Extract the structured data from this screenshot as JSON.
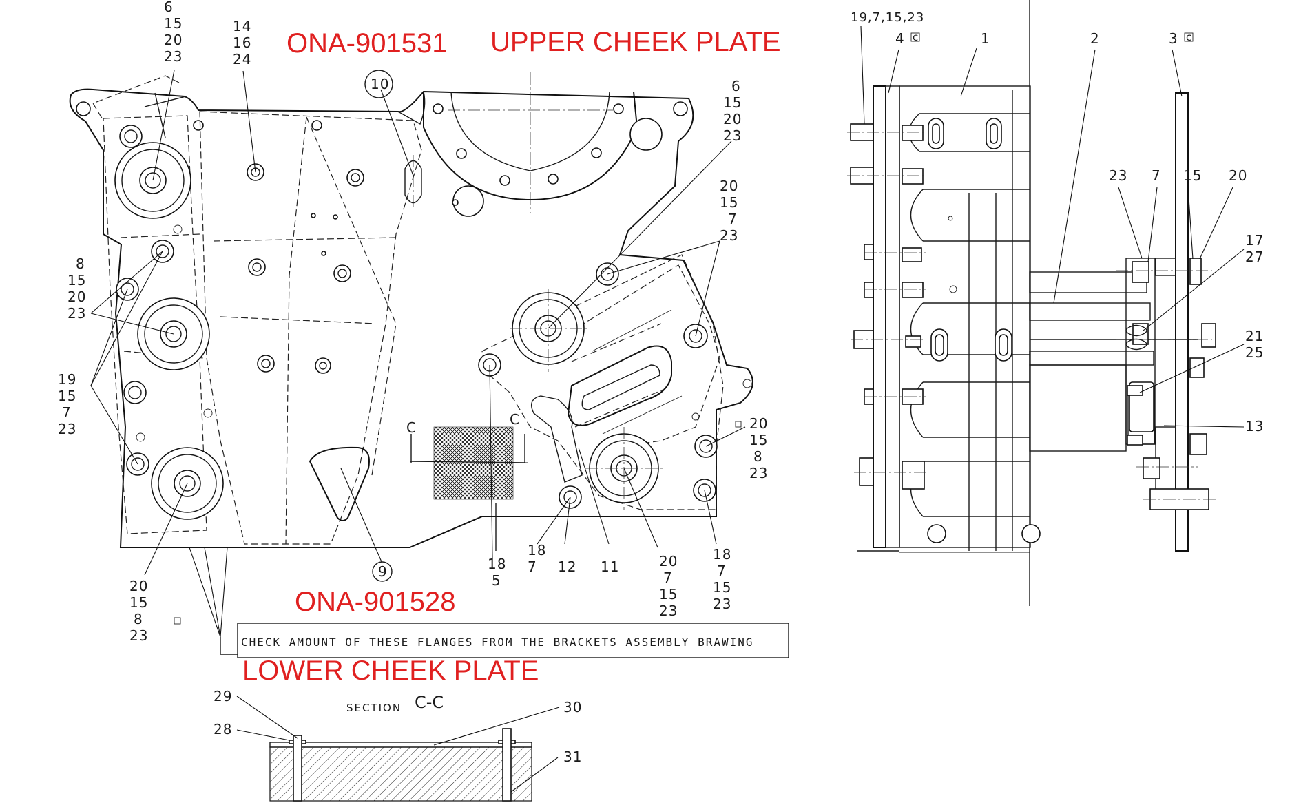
{
  "titles": {
    "upper_part_no": "ONA-901531",
    "upper_name": "UPPER CHEEK PLATE",
    "lower_part_no": "ONA-901528",
    "lower_name": "LOWER CHEEK PLATE"
  },
  "note": "CHECK AMOUNT OF THESE FLANGES FROM THE BRACKETS ASSEMBLY BRAWING",
  "section": {
    "prefix": "SECTION",
    "name": "C-C",
    "cut_label": "C"
  },
  "callouts": {
    "c_tl": [
      "6",
      "15",
      "20",
      "23"
    ],
    "c_top2": [
      "14",
      "16",
      "24"
    ],
    "circled_10": "10",
    "circled_9": "9",
    "c_tr_a": [
      "6",
      "15",
      "20",
      "23"
    ],
    "c_tr_b": [
      "20",
      "15",
      "7",
      "23"
    ],
    "c_l1": [
      "8",
      "15",
      "20",
      "23"
    ],
    "c_l2": [
      "19",
      "15",
      "7",
      "23"
    ],
    "c_bl": [
      "20",
      "15",
      "8",
      "23"
    ],
    "c_r2": [
      "20",
      "15",
      "8",
      "23"
    ],
    "c_b1": [
      "18",
      "5"
    ],
    "c_b2": [
      "18",
      "7"
    ],
    "c_b3": "12",
    "c_b4": "11",
    "c_b5": [
      "20",
      "7",
      "15",
      "23"
    ],
    "c_b6": [
      "18",
      "7",
      "15",
      "23"
    ],
    "s29": "29",
    "s28": "28",
    "s30": "30",
    "s31": "31",
    "side_top": "19,7,15,23",
    "side_4": "4",
    "side_1": "1",
    "side_2": "2",
    "side_3": "3",
    "flag": "c",
    "side_mid": [
      "23",
      "7",
      "15",
      "20"
    ],
    "side_17": "17",
    "side_27": "27",
    "side_21": "21",
    "side_25": "25",
    "side_13": "13"
  },
  "colors": {
    "line": "#1a1a1a",
    "title_red": "#e02020",
    "background": "#ffffff"
  }
}
